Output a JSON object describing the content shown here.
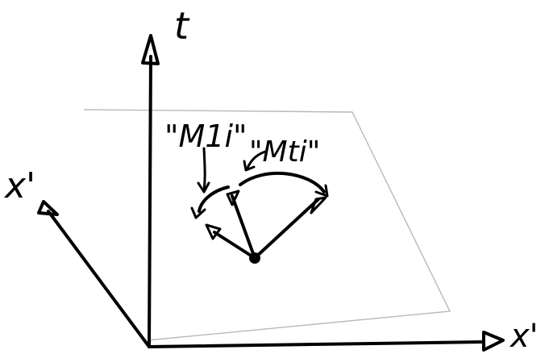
{
  "diagram": {
    "axis_labels": {
      "t": "t",
      "x_prime": "x'",
      "x_one": "x'"
    },
    "annotations": {
      "m1": "\"M1i\"",
      "mt": "\"Mti\""
    }
  }
}
